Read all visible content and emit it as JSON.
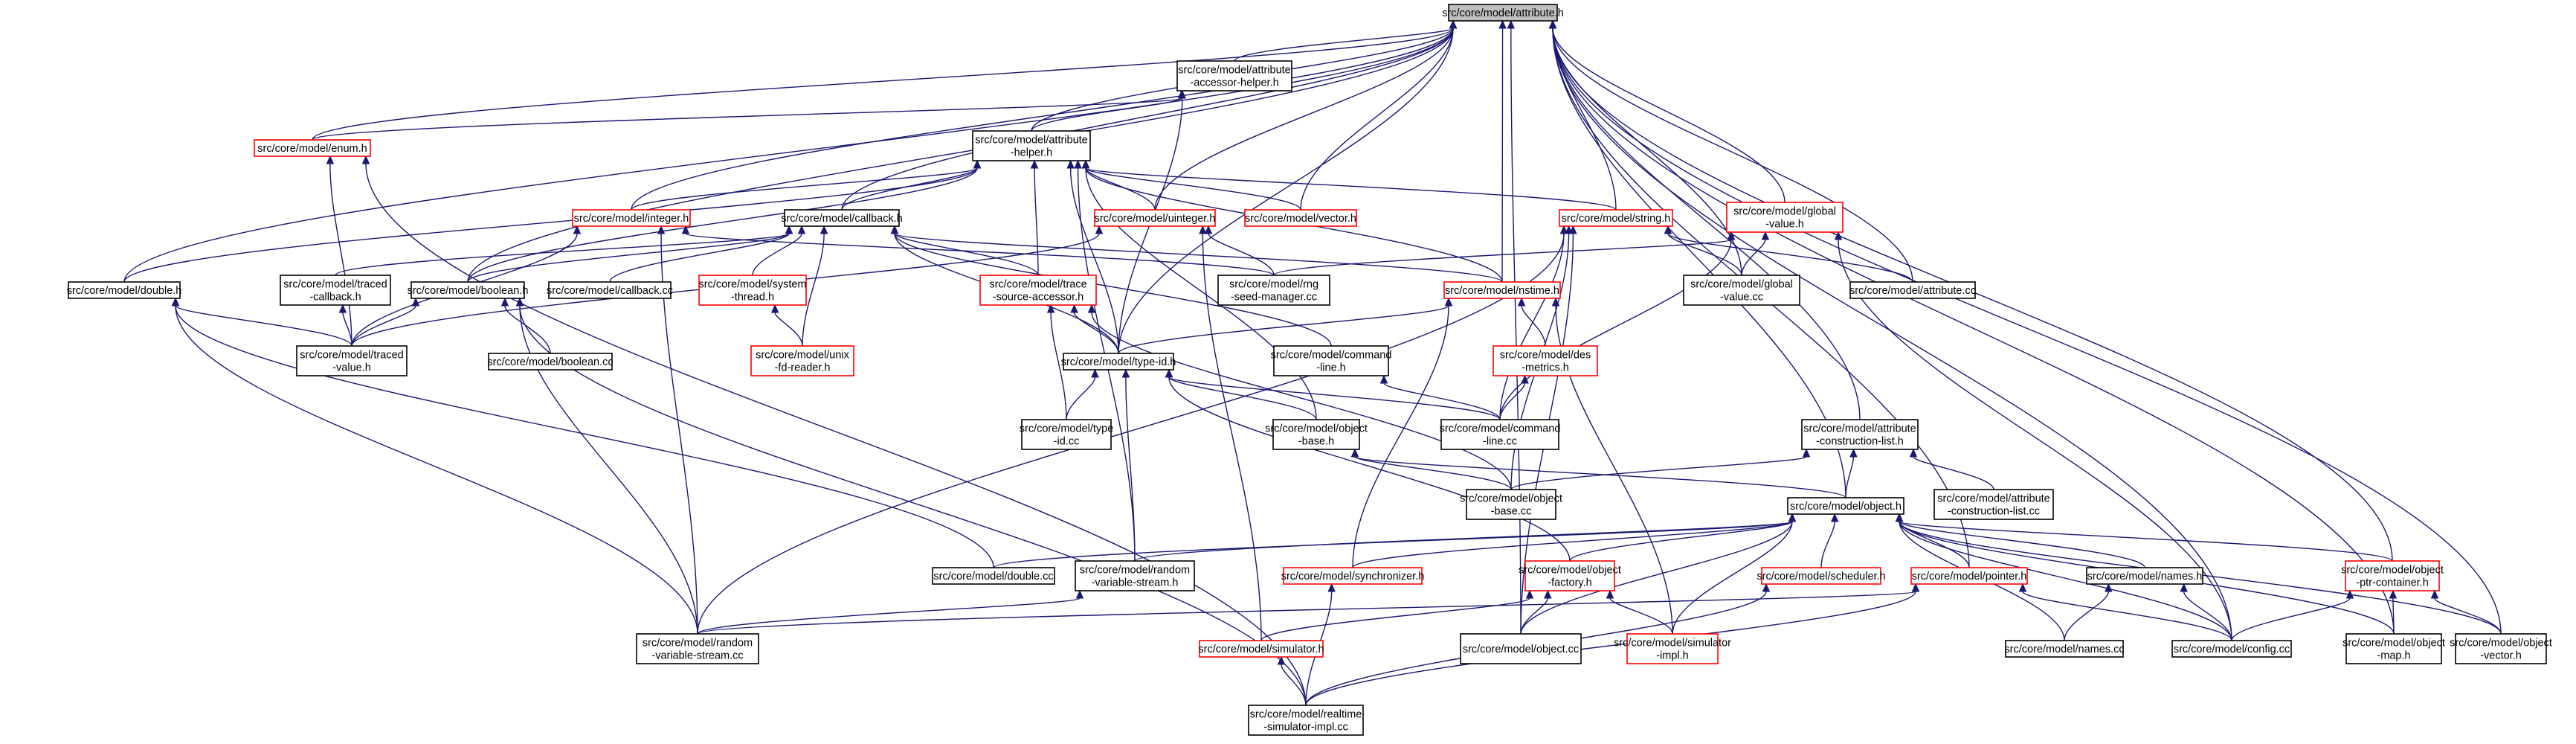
{
  "colors": {
    "edge": "#191970",
    "border_normal": "#000000",
    "border_truncated": "#ff0000",
    "root_fill": "#bfbfbf",
    "node_fill": "#ffffff"
  },
  "nodes": [
    {
      "id": "attribute_h",
      "lines": [
        "src/core/model/attribute.h"
      ],
      "kind": "root"
    },
    {
      "id": "accessor_helper_h",
      "lines": [
        "src/core/model/attribute",
        "-accessor-helper.h"
      ],
      "kind": "normal"
    },
    {
      "id": "enum_h",
      "lines": [
        "src/core/model/enum.h"
      ],
      "kind": "truncated"
    },
    {
      "id": "helper_h",
      "lines": [
        "src/core/model/attribute",
        "-helper.h"
      ],
      "kind": "normal"
    },
    {
      "id": "integer_h",
      "lines": [
        "src/core/model/integer.h"
      ],
      "kind": "truncated"
    },
    {
      "id": "callback_h",
      "lines": [
        "src/core/model/callback.h"
      ],
      "kind": "normal"
    },
    {
      "id": "uinteger_h",
      "lines": [
        "src/core/model/uinteger.h"
      ],
      "kind": "truncated"
    },
    {
      "id": "vector_h",
      "lines": [
        "src/core/model/vector.h"
      ],
      "kind": "truncated"
    },
    {
      "id": "string_h",
      "lines": [
        "src/core/model/string.h"
      ],
      "kind": "truncated"
    },
    {
      "id": "global_value_h",
      "lines": [
        "src/core/model/global",
        "-value.h"
      ],
      "kind": "truncated"
    },
    {
      "id": "double_h",
      "lines": [
        "src/core/model/double.h"
      ],
      "kind": "normal"
    },
    {
      "id": "traced_callback_h",
      "lines": [
        "src/core/model/traced",
        "-callback.h"
      ],
      "kind": "normal"
    },
    {
      "id": "boolean_h",
      "lines": [
        "src/core/model/boolean.h"
      ],
      "kind": "normal"
    },
    {
      "id": "callback_cc",
      "lines": [
        "src/core/model/callback.cc"
      ],
      "kind": "normal"
    },
    {
      "id": "system_thread_h",
      "lines": [
        "src/core/model/system",
        "-thread.h"
      ],
      "kind": "truncated"
    },
    {
      "id": "trace_source_h",
      "lines": [
        "src/core/model/trace",
        "-source-accessor.h"
      ],
      "kind": "truncated"
    },
    {
      "id": "rng_seed_cc",
      "lines": [
        "src/core/model/rng",
        "-seed-manager.cc"
      ],
      "kind": "normal"
    },
    {
      "id": "nstime_h",
      "lines": [
        "src/core/model/nstime.h"
      ],
      "kind": "truncated"
    },
    {
      "id": "global_value_cc",
      "lines": [
        "src/core/model/global",
        "-value.cc"
      ],
      "kind": "normal"
    },
    {
      "id": "attribute_cc",
      "lines": [
        "src/core/model/attribute.cc"
      ],
      "kind": "normal"
    },
    {
      "id": "traced_value_h",
      "lines": [
        "src/core/model/traced",
        "-value.h"
      ],
      "kind": "normal"
    },
    {
      "id": "boolean_cc",
      "lines": [
        "src/core/model/boolean.cc"
      ],
      "kind": "normal"
    },
    {
      "id": "unix_fd_reader_h",
      "lines": [
        "src/core/model/unix",
        "-fd-reader.h"
      ],
      "kind": "truncated"
    },
    {
      "id": "type_id_h",
      "lines": [
        "src/core/model/type-id.h"
      ],
      "kind": "normal"
    },
    {
      "id": "command_line_h",
      "lines": [
        "src/core/model/command",
        "-line.h"
      ],
      "kind": "normal"
    },
    {
      "id": "des_metrics_h",
      "lines": [
        "src/core/model/des",
        "-metrics.h"
      ],
      "kind": "truncated"
    },
    {
      "id": "type_id_cc",
      "lines": [
        "src/core/model/type",
        "-id.cc"
      ],
      "kind": "normal"
    },
    {
      "id": "object_base_h",
      "lines": [
        "src/core/model/object",
        "-base.h"
      ],
      "kind": "normal"
    },
    {
      "id": "command_line_cc",
      "lines": [
        "src/core/model/command",
        "-line.cc"
      ],
      "kind": "normal"
    },
    {
      "id": "attr_construction_list_h",
      "lines": [
        "src/core/model/attribute",
        "-construction-list.h"
      ],
      "kind": "normal"
    },
    {
      "id": "object_base_cc",
      "lines": [
        "src/core/model/object",
        "-base.cc"
      ],
      "kind": "normal"
    },
    {
      "id": "object_h",
      "lines": [
        "src/core/model/object.h"
      ],
      "kind": "normal"
    },
    {
      "id": "attr_construction_list_cc",
      "lines": [
        "src/core/model/attribute",
        "-construction-list.cc"
      ],
      "kind": "normal"
    },
    {
      "id": "double_cc",
      "lines": [
        "src/core/model/double.cc"
      ],
      "kind": "normal"
    },
    {
      "id": "random_stream_h",
      "lines": [
        "src/core/model/random",
        "-variable-stream.h"
      ],
      "kind": "normal"
    },
    {
      "id": "synchronizer_h",
      "lines": [
        "src/core/model/synchronizer.h"
      ],
      "kind": "truncated"
    },
    {
      "id": "object_factory_h",
      "lines": [
        "src/core/model/object",
        "-factory.h"
      ],
      "kind": "truncated"
    },
    {
      "id": "scheduler_h",
      "lines": [
        "src/core/model/scheduler.h"
      ],
      "kind": "truncated"
    },
    {
      "id": "pointer_h",
      "lines": [
        "src/core/model/pointer.h"
      ],
      "kind": "truncated"
    },
    {
      "id": "names_h",
      "lines": [
        "src/core/model/names.h"
      ],
      "kind": "normal"
    },
    {
      "id": "ptr_container_h",
      "lines": [
        "src/core/model/object",
        "-ptr-container.h"
      ],
      "kind": "truncated"
    },
    {
      "id": "random_stream_cc",
      "lines": [
        "src/core/model/random",
        "-variable-stream.cc"
      ],
      "kind": "normal"
    },
    {
      "id": "simulator_h",
      "lines": [
        "src/core/model/simulator.h"
      ],
      "kind": "truncated"
    },
    {
      "id": "object_cc",
      "lines": [
        "src/core/model/object.cc"
      ],
      "kind": "normal"
    },
    {
      "id": "simulator_impl_h",
      "lines": [
        "src/core/model/simulator",
        "-impl.h"
      ],
      "kind": "truncated"
    },
    {
      "id": "names_cc",
      "lines": [
        "src/core/model/names.cc"
      ],
      "kind": "normal"
    },
    {
      "id": "config_cc",
      "lines": [
        "src/core/model/config.cc"
      ],
      "kind": "normal"
    },
    {
      "id": "object_map_h",
      "lines": [
        "src/core/model/object",
        "-map.h"
      ],
      "kind": "normal"
    },
    {
      "id": "object_vector_h",
      "lines": [
        "src/core/model/object",
        "-vector.h"
      ],
      "kind": "normal"
    },
    {
      "id": "realtime_impl_cc",
      "lines": [
        "src/core/model/realtime",
        "-simulator-impl.cc"
      ],
      "kind": "normal"
    }
  ],
  "edges": [
    [
      "accessor_helper_h",
      "attribute_h"
    ],
    [
      "enum_h",
      "attribute_h"
    ],
    [
      "helper_h",
      "attribute_h"
    ],
    [
      "integer_h",
      "attribute_h"
    ],
    [
      "callback_h",
      "attribute_h"
    ],
    [
      "uinteger_h",
      "attribute_h"
    ],
    [
      "vector_h",
      "attribute_h"
    ],
    [
      "string_h",
      "attribute_h"
    ],
    [
      "global_value_h",
      "attribute_h"
    ],
    [
      "double_h",
      "attribute_h"
    ],
    [
      "boolean_h",
      "attribute_h"
    ],
    [
      "nstime_h",
      "attribute_h"
    ],
    [
      "global_value_cc",
      "attribute_h"
    ],
    [
      "attribute_cc",
      "attribute_h"
    ],
    [
      "type_id_h",
      "attribute_h"
    ],
    [
      "attr_construction_list_h",
      "attribute_h"
    ],
    [
      "object_h",
      "attribute_h"
    ],
    [
      "object_cc",
      "attribute_h"
    ],
    [
      "pointer_h",
      "attribute_h"
    ],
    [
      "ptr_container_h",
      "attribute_h"
    ],
    [
      "config_cc",
      "attribute_h"
    ],
    [
      "object_map_h",
      "attribute_h"
    ],
    [
      "object_vector_h",
      "attribute_h"
    ],
    [
      "enum_h",
      "accessor_helper_h"
    ],
    [
      "helper_h",
      "accessor_helper_h"
    ],
    [
      "type_id_h",
      "accessor_helper_h"
    ],
    [
      "traced_value_h",
      "enum_h"
    ],
    [
      "realtime_impl_cc",
      "enum_h"
    ],
    [
      "integer_h",
      "helper_h"
    ],
    [
      "callback_h",
      "helper_h"
    ],
    [
      "uinteger_h",
      "helper_h"
    ],
    [
      "vector_h",
      "helper_h"
    ],
    [
      "string_h",
      "helper_h"
    ],
    [
      "double_h",
      "helper_h"
    ],
    [
      "boolean_h",
      "helper_h"
    ],
    [
      "trace_source_h",
      "helper_h"
    ],
    [
      "type_id_h",
      "helper_h"
    ],
    [
      "object_base_h",
      "helper_h"
    ],
    [
      "random_stream_h",
      "helper_h"
    ],
    [
      "nstime_h",
      "helper_h"
    ],
    [
      "traced_value_h",
      "integer_h"
    ],
    [
      "random_stream_cc",
      "integer_h"
    ],
    [
      "rng_seed_cc",
      "integer_h"
    ],
    [
      "traced_callback_h",
      "callback_h"
    ],
    [
      "boolean_h",
      "callback_h"
    ],
    [
      "callback_cc",
      "callback_h"
    ],
    [
      "system_thread_h",
      "callback_h"
    ],
    [
      "trace_source_h",
      "callback_h"
    ],
    [
      "unix_fd_reader_h",
      "callback_h"
    ],
    [
      "type_id_h",
      "callback_h"
    ],
    [
      "command_line_h",
      "callback_h"
    ],
    [
      "nstime_h",
      "callback_h"
    ],
    [
      "traced_value_h",
      "uinteger_h"
    ],
    [
      "rng_seed_cc",
      "uinteger_h"
    ],
    [
      "simulator_h",
      "uinteger_h"
    ],
    [
      "global_value_cc",
      "string_h"
    ],
    [
      "command_line_cc",
      "string_h"
    ],
    [
      "object_base_cc",
      "string_h"
    ],
    [
      "random_stream_cc",
      "string_h"
    ],
    [
      "object_cc",
      "string_h"
    ],
    [
      "attribute_cc",
      "string_h"
    ],
    [
      "global_value_cc",
      "global_value_h"
    ],
    [
      "rng_seed_cc",
      "global_value_h"
    ],
    [
      "command_line_cc",
      "global_value_h"
    ],
    [
      "config_cc",
      "global_value_h"
    ],
    [
      "traced_value_h",
      "double_h"
    ],
    [
      "double_cc",
      "double_h"
    ],
    [
      "random_stream_cc",
      "double_h"
    ],
    [
      "traced_value_h",
      "traced_callback_h"
    ],
    [
      "traced_value_h",
      "boolean_h"
    ],
    [
      "boolean_cc",
      "boolean_h"
    ],
    [
      "random_stream_cc",
      "boolean_h"
    ],
    [
      "realtime_impl_cc",
      "boolean_h"
    ],
    [
      "unix_fd_reader_h",
      "system_thread_h"
    ],
    [
      "type_id_h",
      "trace_source_h"
    ],
    [
      "type_id_cc",
      "trace_source_h"
    ],
    [
      "object_base_cc",
      "trace_source_h"
    ],
    [
      "type_id_h",
      "nstime_h"
    ],
    [
      "des_metrics_h",
      "nstime_h"
    ],
    [
      "synchronizer_h",
      "nstime_h"
    ],
    [
      "simulator_impl_h",
      "nstime_h"
    ],
    [
      "command_line_cc",
      "des_metrics_h"
    ],
    [
      "type_id_cc",
      "type_id_h"
    ],
    [
      "object_base_h",
      "type_id_h"
    ],
    [
      "command_line_cc",
      "type_id_h"
    ],
    [
      "random_stream_h",
      "type_id_h"
    ],
    [
      "object_factory_h",
      "type_id_h"
    ],
    [
      "command_line_cc",
      "command_line_h"
    ],
    [
      "object_base_cc",
      "object_base_h"
    ],
    [
      "object_h",
      "object_base_h"
    ],
    [
      "object_base_cc",
      "attr_construction_list_h"
    ],
    [
      "object_h",
      "attr_construction_list_h"
    ],
    [
      "attr_construction_list_cc",
      "attr_construction_list_h"
    ],
    [
      "double_cc",
      "object_h"
    ],
    [
      "random_stream_h",
      "object_h"
    ],
    [
      "synchronizer_h",
      "object_h"
    ],
    [
      "object_factory_h",
      "object_h"
    ],
    [
      "scheduler_h",
      "object_h"
    ],
    [
      "pointer_h",
      "object_h"
    ],
    [
      "names_h",
      "object_h"
    ],
    [
      "ptr_container_h",
      "object_h"
    ],
    [
      "object_cc",
      "object_h"
    ],
    [
      "simulator_impl_h",
      "object_h"
    ],
    [
      "names_cc",
      "object_h"
    ],
    [
      "config_cc",
      "object_h"
    ],
    [
      "object_map_h",
      "object_h"
    ],
    [
      "object_vector_h",
      "object_h"
    ],
    [
      "random_stream_cc",
      "random_stream_h"
    ],
    [
      "realtime_impl_cc",
      "synchronizer_h"
    ],
    [
      "simulator_h",
      "object_factory_h"
    ],
    [
      "object_cc",
      "object_factory_h"
    ],
    [
      "simulator_impl_h",
      "object_factory_h"
    ],
    [
      "realtime_impl_cc",
      "scheduler_h"
    ],
    [
      "random_stream_cc",
      "pointer_h"
    ],
    [
      "config_cc",
      "pointer_h"
    ],
    [
      "realtime_impl_cc",
      "pointer_h"
    ],
    [
      "names_cc",
      "names_h"
    ],
    [
      "config_cc",
      "names_h"
    ],
    [
      "config_cc",
      "ptr_container_h"
    ],
    [
      "object_map_h",
      "ptr_container_h"
    ],
    [
      "object_vector_h",
      "ptr_container_h"
    ],
    [
      "realtime_impl_cc",
      "simulator_h"
    ]
  ]
}
